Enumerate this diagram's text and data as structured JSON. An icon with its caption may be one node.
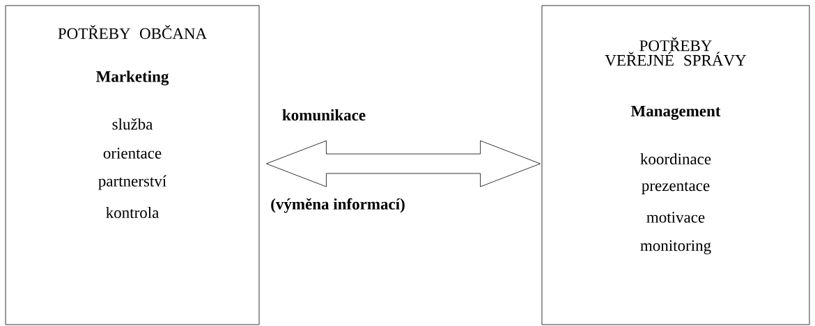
{
  "diagram": {
    "nodes": [
      {
        "text": [
          "POTŘEBY OBČANA",
          "Marketing",
          "služba",
          "orientace",
          "partnerství",
          "kontrola"
        ]
      },
      {
        "text": [
          "POTŘEBY VEŘEJNÉ SPRÁVY",
          "Management",
          "koordinace",
          "prezentace",
          "motivace",
          "monitoring"
        ]
      }
    ],
    "edges": [
      {
        "from": 0,
        "to": 1,
        "arrow": "both",
        "label": "komunikace"
      }
    ],
    "labels": [
      "(výměna informací)"
    ]
  }
}
